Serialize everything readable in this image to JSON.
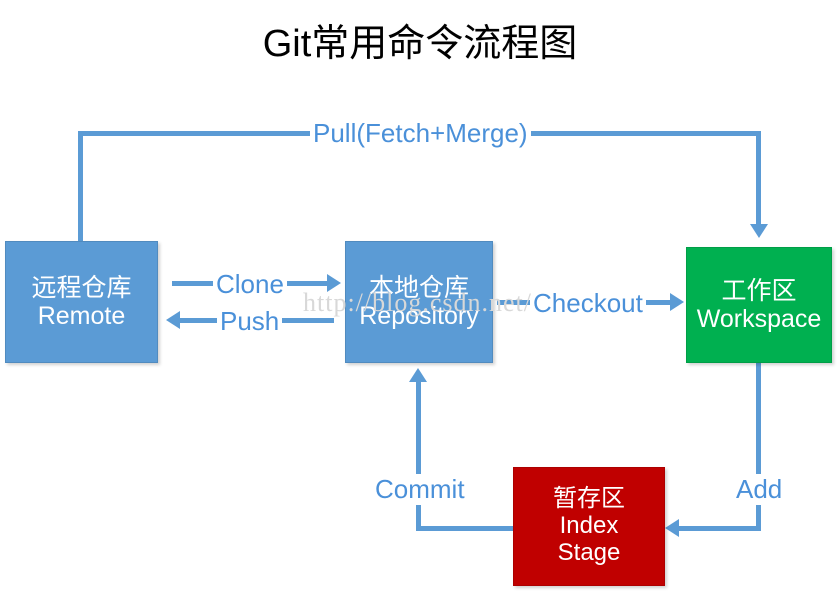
{
  "diagram": {
    "title": "Git常用命令流程图",
    "watermark": "http://blog.csdn.net/",
    "colors": {
      "blue_node": "#5B9BD5",
      "green_node": "#00B050",
      "red_node": "#C00000",
      "connector": "#5B9BD5",
      "label_text": "#4A90D9",
      "title_text": "#000000",
      "node_text": "#FFFFFF",
      "background": "#FFFFFF",
      "watermark_text": "#D8D8D8"
    },
    "nodes": [
      {
        "id": "remote",
        "name": "远程仓库",
        "lines": [
          "远程仓库",
          "Remote"
        ],
        "line1": "远程仓库",
        "line2": "Remote",
        "line3": "",
        "color": "#5B9BD5"
      },
      {
        "id": "repository",
        "name": "本地仓库",
        "lines": [
          "本地仓库",
          "Repository"
        ],
        "line1": "本地仓库",
        "line2": "Repository",
        "line3": "",
        "color": "#5B9BD5"
      },
      {
        "id": "workspace",
        "name": "工作区",
        "lines": [
          "工作区",
          "Workspace"
        ],
        "line1": "工作区",
        "line2": "Workspace",
        "line3": "",
        "color": "#00B050"
      },
      {
        "id": "index",
        "name": "暂存区",
        "lines": [
          "暂存区",
          "Index",
          "Stage"
        ],
        "line1": "暂存区",
        "line2": "Index",
        "line3": "Stage",
        "color": "#C00000"
      }
    ],
    "edges": [
      {
        "id": "pull",
        "label": "Pull(Fetch+Merge)",
        "from": "remote",
        "to": "workspace"
      },
      {
        "id": "clone",
        "label": "Clone",
        "from": "remote",
        "to": "repository"
      },
      {
        "id": "push",
        "label": "Push",
        "from": "repository",
        "to": "remote"
      },
      {
        "id": "checkout",
        "label": "Checkout",
        "from": "repository",
        "to": "workspace"
      },
      {
        "id": "add",
        "label": "Add",
        "from": "workspace",
        "to": "index"
      },
      {
        "id": "commit",
        "label": "Commit",
        "from": "index",
        "to": "repository"
      }
    ]
  }
}
